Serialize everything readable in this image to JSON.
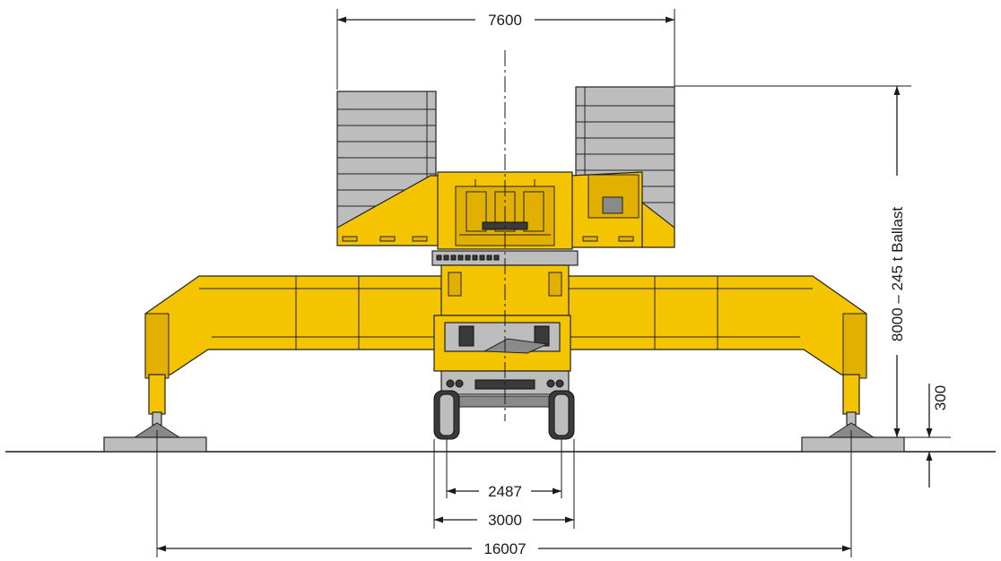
{
  "dimensions": {
    "top_width": "7600",
    "height_ballast": "8000 – 245 t Ballast",
    "ground_clearance": "300",
    "track_inner": "2487",
    "track_outer": "3000",
    "outrigger_span": "16007"
  },
  "colors": {
    "crane_yellow": "#f5c400",
    "ballast_grey": "#bdbdbd",
    "line": "#1a1a1a"
  }
}
